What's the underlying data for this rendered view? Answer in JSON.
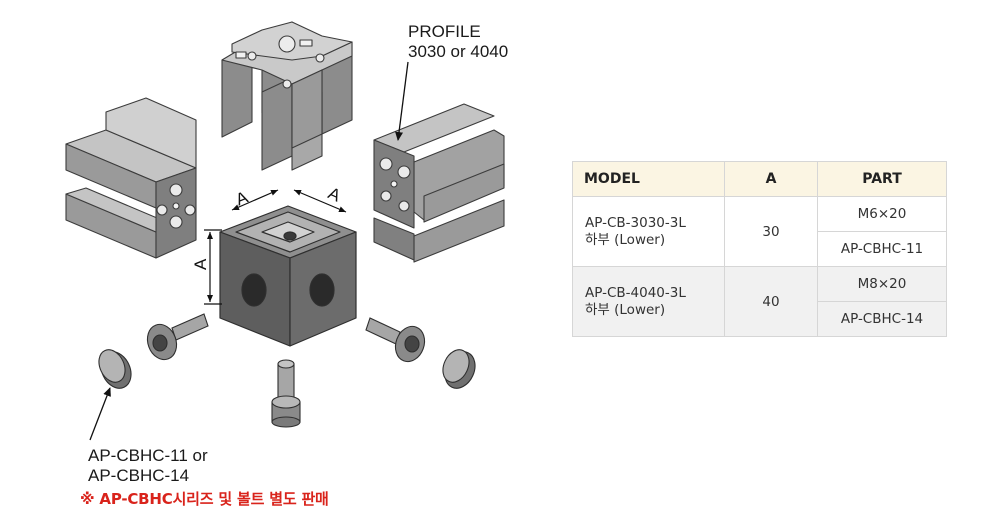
{
  "labels": {
    "profile_line1": "PROFILE",
    "profile_line2": "3030 or 4040",
    "cap_line1": "AP-CBHC-11 or",
    "cap_line2": "AP-CBHC-14",
    "dimension_a": "A",
    "notice": "※ AP-CBHC시리즈 및 볼트 별도 판매"
  },
  "table": {
    "headers": {
      "model": "MODEL",
      "a": "A",
      "part": "PART"
    },
    "rows": [
      {
        "model": "AP-CB-3030-3L",
        "position": "하부 (Lower)",
        "a": "30",
        "bolt": "M6×20",
        "cap": "AP-CBHC-11"
      },
      {
        "model": "AP-CB-4040-3L",
        "position": "하부 (Lower)",
        "a": "40",
        "bolt": "M8×20",
        "cap": "AP-CBHC-14"
      }
    ]
  },
  "colors": {
    "notice_red": "#d9231b",
    "header_bg": "#fbf5e3",
    "alt_row_bg": "#f1f1f1",
    "metal_light": "#c4c4c4",
    "metal_mid": "#a4a4a4",
    "metal_dark": "#6f6f6f",
    "cube_face": "#5d5d5d"
  }
}
